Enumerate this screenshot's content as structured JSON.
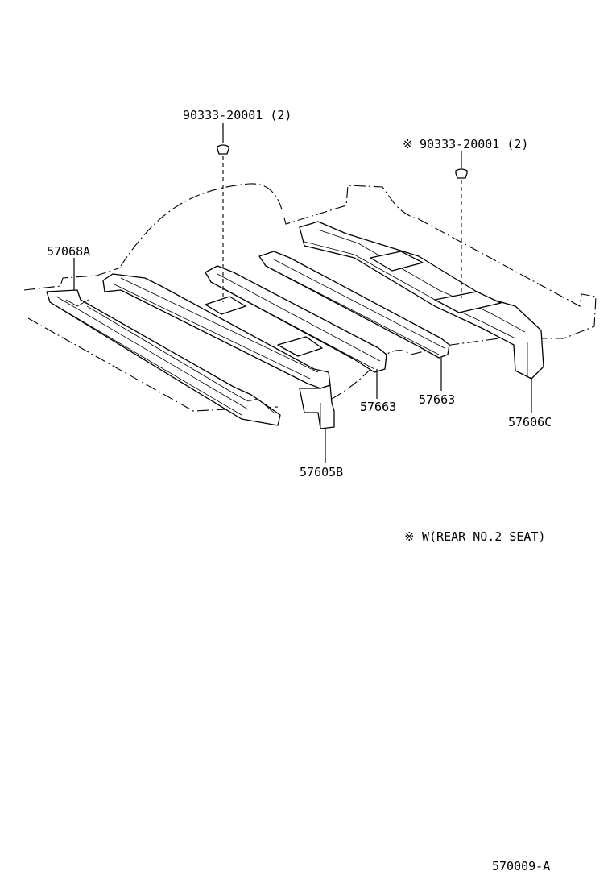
{
  "callouts": {
    "bolt_left": "90333-20001 (2)",
    "bolt_right": "90333-20001 (2)",
    "bolt_right_marker": "※",
    "part_57068A": "57068A",
    "part_57663_left": "57663",
    "part_57663_right": "57663",
    "part_57606C": "57606C",
    "part_57605B": "57605B"
  },
  "note": {
    "marker": "※",
    "text": "W(REAR NO.2 SEAT)"
  },
  "figure_id": "570009-A"
}
